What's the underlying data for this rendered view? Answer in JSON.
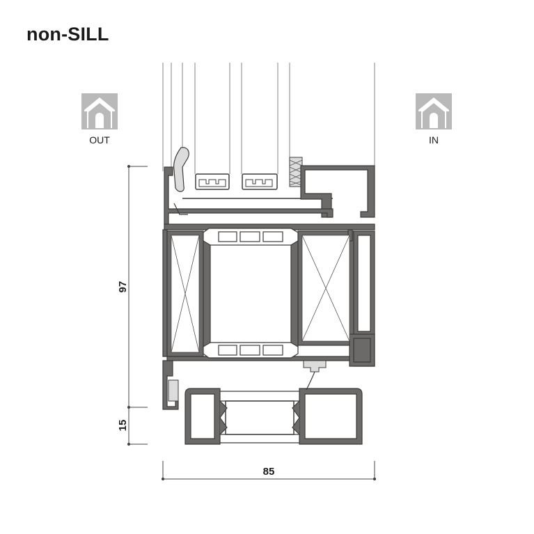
{
  "title": "non-SILL",
  "outside_label": "OUT",
  "inside_label": "IN",
  "icons": {
    "outside": "house-icon",
    "inside": "house-icon"
  },
  "dimensions": {
    "frame_height": "97",
    "sill_height": "15",
    "width": "85"
  },
  "colors": {
    "profile_fill": "#6b6a68",
    "profile_stroke": "#3c3b39",
    "glass_line": "#9a9a9a",
    "icon_fill": "#b9b9b9",
    "gasket": "#dcdcdc",
    "dimension_line": "#444444"
  }
}
